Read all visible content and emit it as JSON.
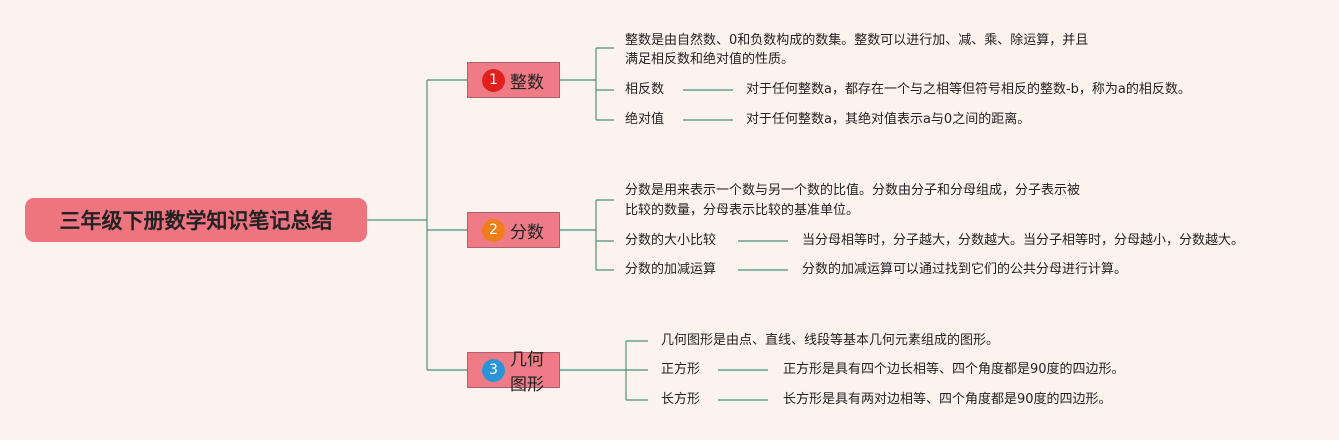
{
  "root": {
    "title": "三年级下册数学知识笔记总结"
  },
  "colors": {
    "line": "#4d8f7c",
    "root": "#ee7480",
    "branch": "#ee7b86",
    "badge1": "#e0201c",
    "badge2": "#ef7d1c",
    "badge3": "#2a94d6"
  },
  "branches": [
    {
      "num": "1",
      "title": "整数",
      "desc_line1": "整数是由自然数、0和负数构成的数集。整数可以进行加、减、乘、除运算，并且",
      "desc_line2": "满足相反数和绝对值的性质。",
      "items": [
        {
          "term": "相反数",
          "def": "对于任何整数a，都存在一个与之相等但符号相反的整数-b，称为a的相反数。"
        },
        {
          "term": "绝对值",
          "def": "对于任何整数a，其绝对值表示a与0之间的距离。"
        }
      ]
    },
    {
      "num": "2",
      "title": "分数",
      "desc_line1": "分数是用来表示一个数与另一个数的比值。分数由分子和分母组成，分子表示被",
      "desc_line2": "比较的数量，分母表示比较的基准单位。",
      "items": [
        {
          "term": "分数的大小比较",
          "def": "当分母相等时，分子越大，分数越大。当分子相等时，分母越小，分数越大。"
        },
        {
          "term": "分数的加减运算",
          "def": "分数的加减运算可以通过找到它们的公共分母进行计算。"
        }
      ]
    },
    {
      "num": "3",
      "title": "几何图形",
      "desc_line1": "几何图形是由点、直线、线段等基本几何元素组成的图形。",
      "items": [
        {
          "term": "正方形",
          "def": "正方形是具有四个边长相等、四个角度都是90度的四边形。"
        },
        {
          "term": "长方形",
          "def": "长方形是具有两对边相等、四个角度都是90度的四边形。"
        }
      ]
    }
  ]
}
